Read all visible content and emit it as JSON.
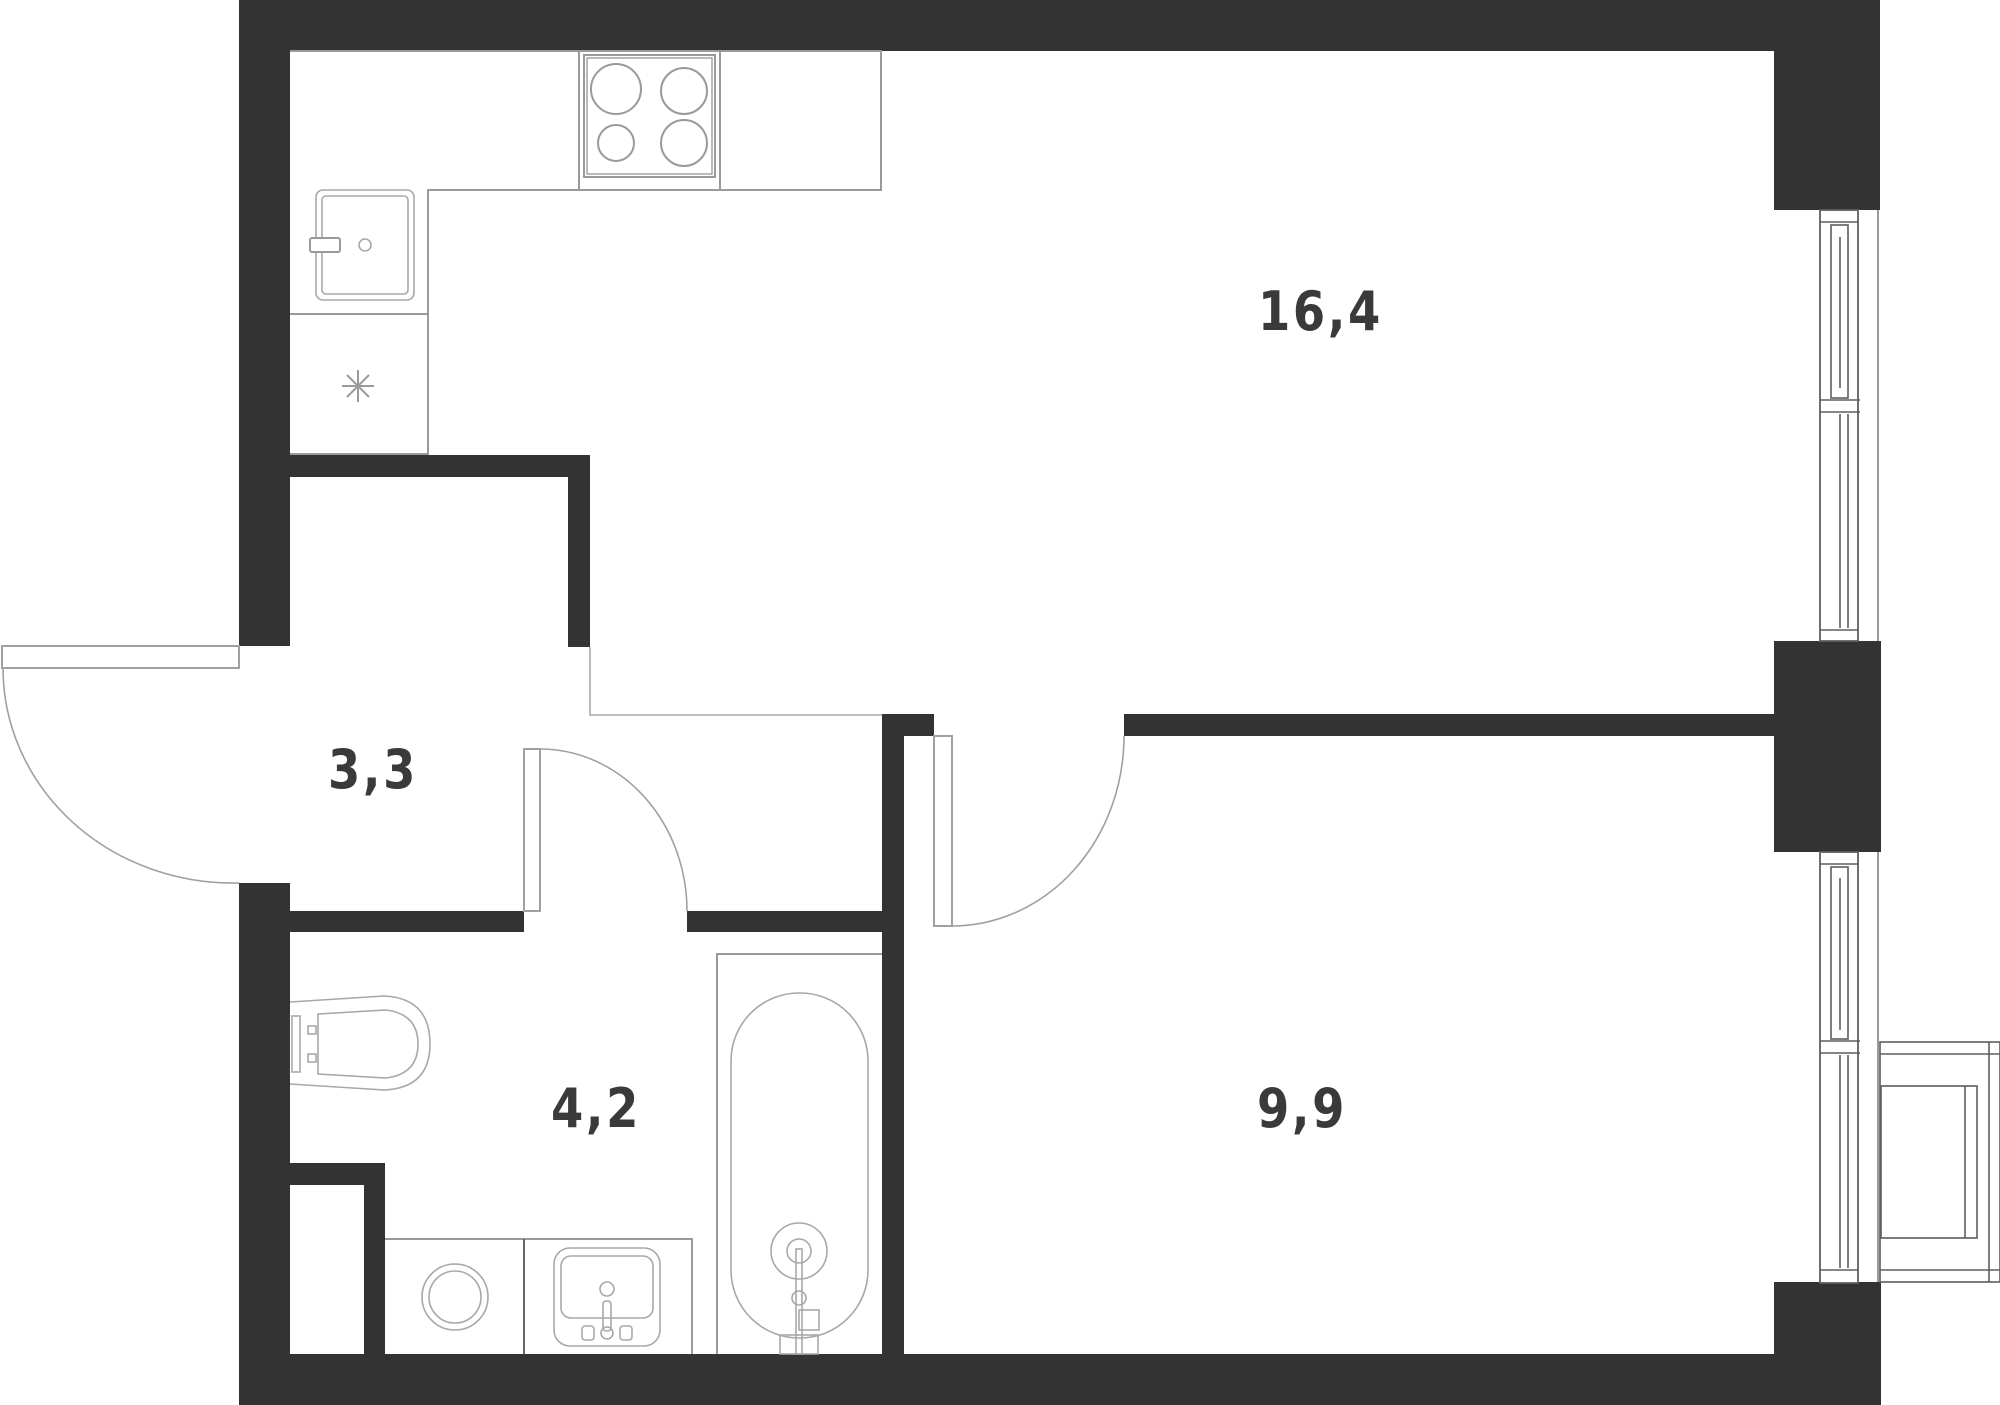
{
  "plan": {
    "type": "apartment-floor-plan",
    "colors": {
      "wall": "#333333",
      "fixture_line": "#9a9a9a",
      "window_line": "#5e5e5e",
      "label": "#3a3a3a",
      "background": "#ffffff"
    },
    "rooms": [
      {
        "id": "kitchen-living",
        "area": "16,4"
      },
      {
        "id": "hallway",
        "area": "3,3"
      },
      {
        "id": "bathroom",
        "area": "4,2"
      },
      {
        "id": "bedroom",
        "area": "9,9"
      }
    ],
    "fixtures": [
      "cooktop-4-burner",
      "kitchen-sink",
      "ventilation-shaft",
      "toilet",
      "washing-machine",
      "bathroom-sink",
      "bathtub"
    ],
    "windows": 2,
    "balcony": 1,
    "doors": 3
  }
}
